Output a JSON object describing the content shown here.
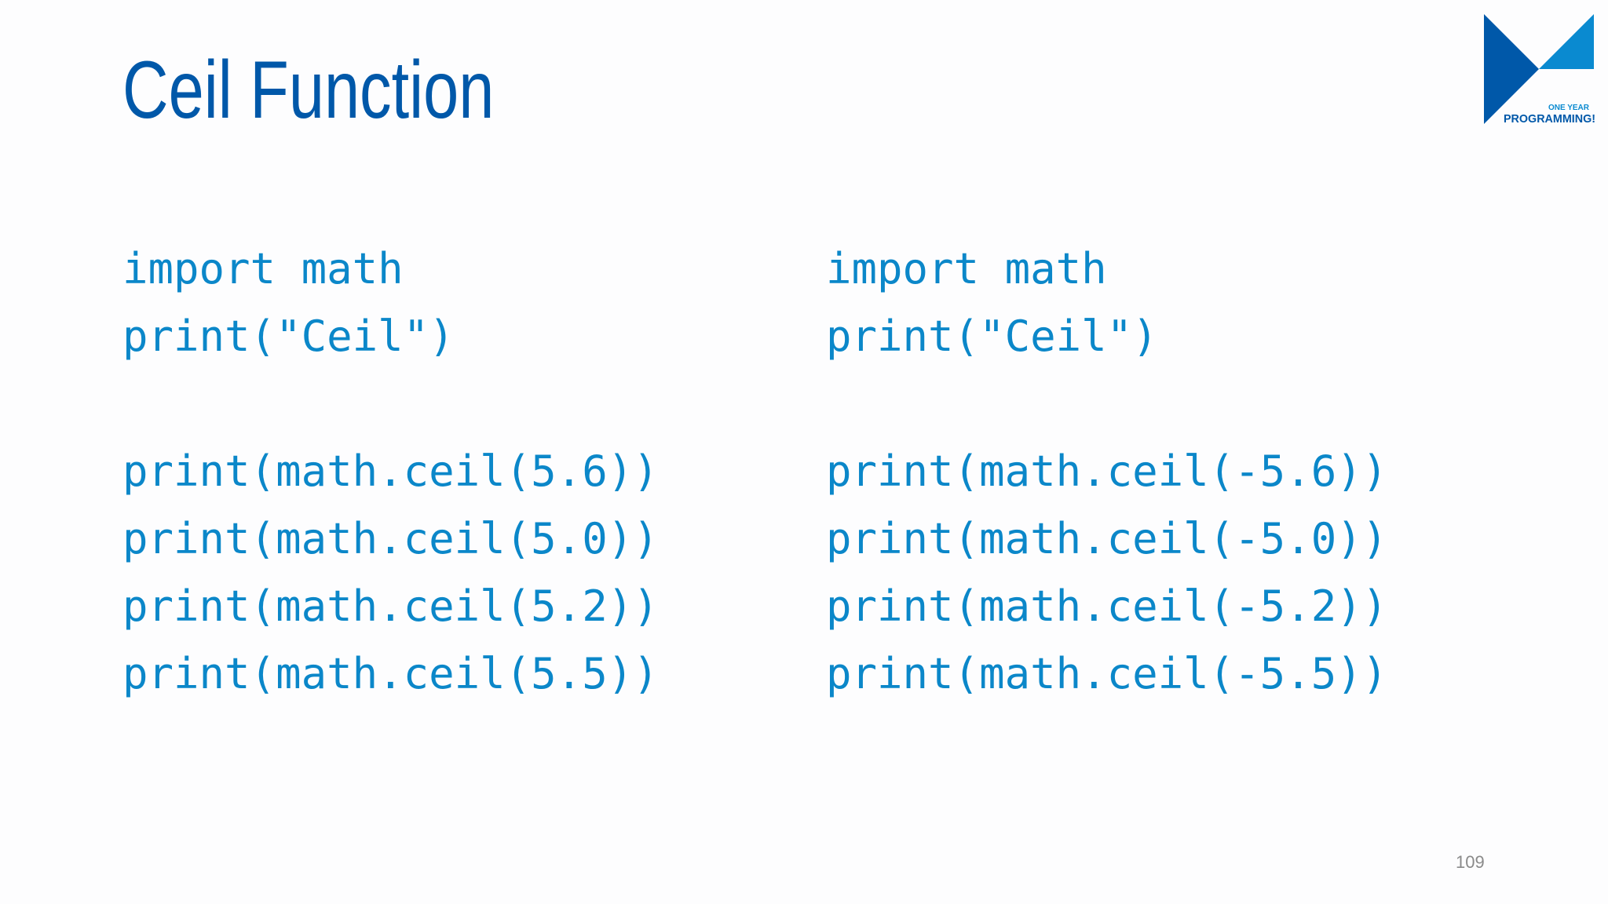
{
  "slide": {
    "title": "Ceil Function",
    "page_number": "109",
    "colors": {
      "title": "#0058a9",
      "code": "#0b87c9",
      "logo_dark": "#0058a9",
      "logo_light": "#0a8ad0"
    }
  },
  "logo": {
    "line1": "ONE YEAR",
    "line2": "PROGRAMMING!"
  },
  "code_left": {
    "lines": [
      "import math",
      "print(\"Ceil\")",
      "",
      "print(math.ceil(5.6))",
      "print(math.ceil(5.0))",
      "print(math.ceil(5.2))",
      "print(math.ceil(5.5))"
    ]
  },
  "code_right": {
    "lines": [
      "import math",
      "print(\"Ceil\")",
      "",
      "print(math.ceil(-5.6))",
      "print(math.ceil(-5.0))",
      "print(math.ceil(-5.2))",
      "print(math.ceil(-5.5))"
    ]
  }
}
